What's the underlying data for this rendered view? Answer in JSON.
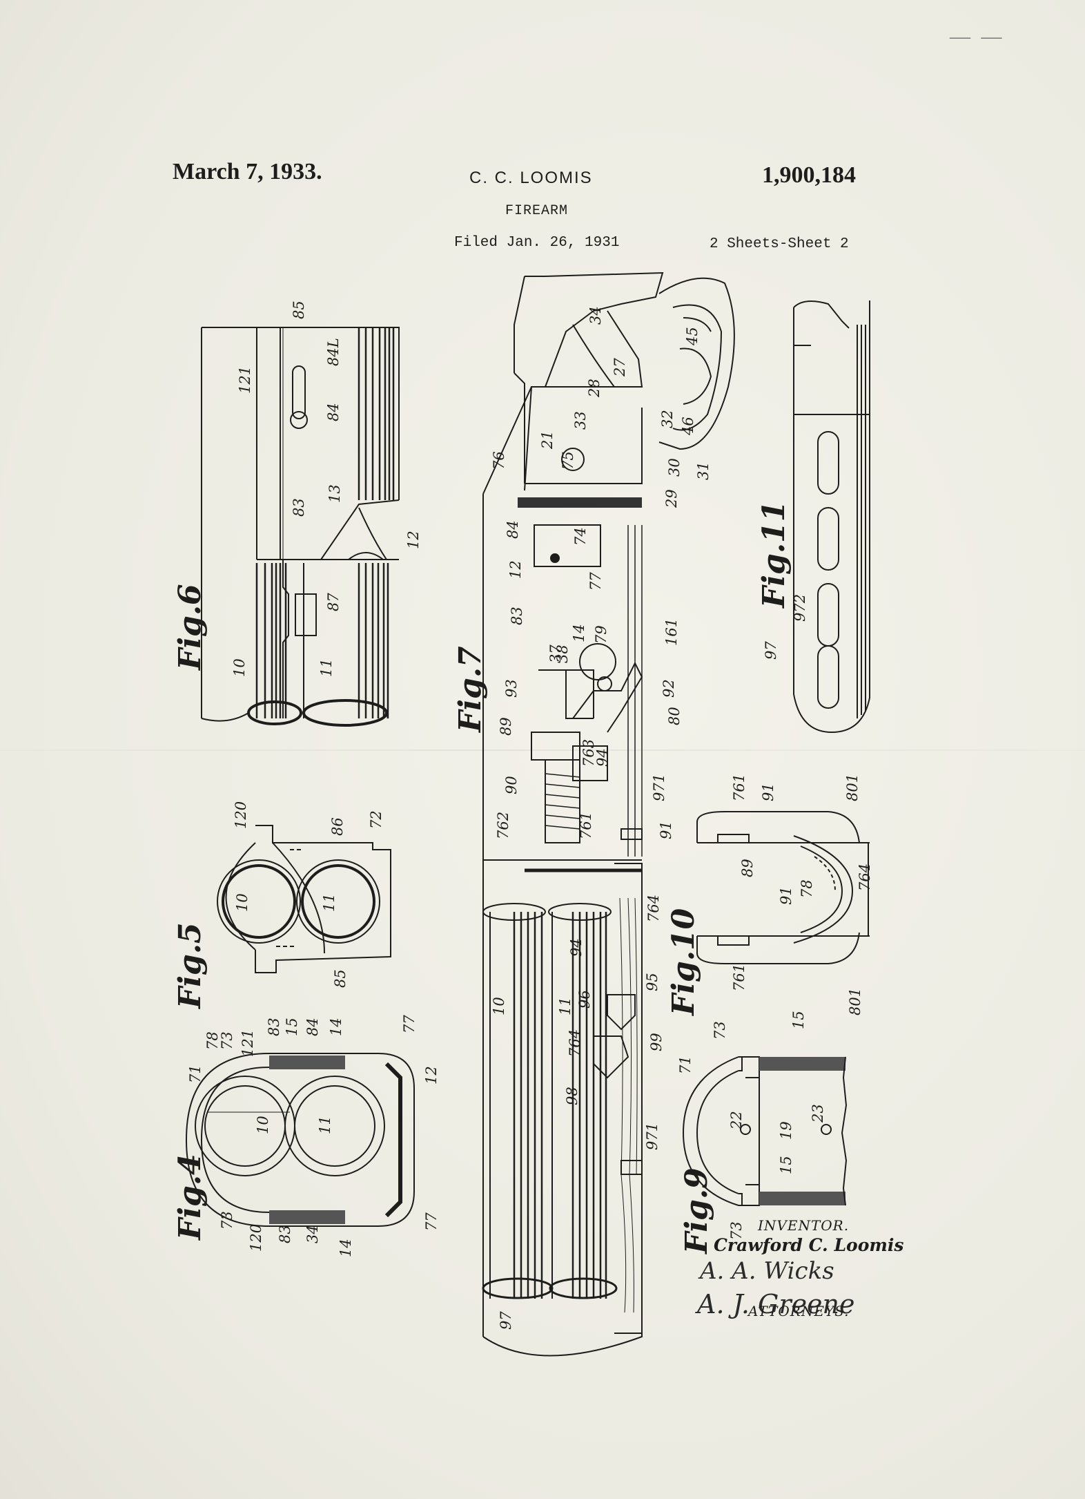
{
  "header": {
    "date": "March 7, 1933.",
    "inventor": "C. C. LOOMIS",
    "title": "FIREARM",
    "filed": "Filed Jan. 26, 1931",
    "patent_number": "1,900,184",
    "sheets": "2 Sheets-Sheet  2",
    "corner_mark": "— —"
  },
  "figures": {
    "fig4": "Fig.4",
    "fig5": "Fig.5",
    "fig6": "Fig.6",
    "fig7": "Fig.7",
    "fig9": "Fig.9",
    "fig10": "Fig.10",
    "fig11": "Fig.11"
  },
  "reference_numbers": {
    "fig6": [
      "85",
      "121",
      "84L",
      "84",
      "83",
      "13",
      "12",
      "87",
      "10",
      "11"
    ],
    "fig5": [
      "120",
      "86",
      "72",
      "10",
      "11",
      "85"
    ],
    "fig4": [
      "71",
      "78",
      "73",
      "121",
      "83",
      "15",
      "84",
      "14",
      "77",
      "12",
      "10",
      "11",
      "73",
      "120",
      "83",
      "34",
      "14",
      "77"
    ],
    "fig7": [
      "34",
      "27",
      "45",
      "28",
      "33",
      "32",
      "46",
      "30",
      "31",
      "29",
      "76",
      "21",
      "75",
      "84",
      "74",
      "12",
      "77",
      "83",
      "14",
      "79",
      "161",
      "37",
      "38",
      "93",
      "92",
      "89",
      "80",
      "763",
      "94",
      "90",
      "762",
      "761",
      "971",
      "91",
      "764",
      "10",
      "11",
      "94",
      "96",
      "95",
      "99",
      "764",
      "98",
      "971",
      "97"
    ],
    "fig11": [
      "97",
      "972"
    ],
    "fig10": [
      "761",
      "91",
      "801",
      "89",
      "91",
      "78",
      "764",
      "761",
      "801"
    ],
    "fig9": [
      "71",
      "73",
      "15",
      "22",
      "19",
      "23",
      "15",
      "73"
    ]
  },
  "signature": {
    "inventor_label": "INVENTOR.",
    "inventor_name": "Crawford C. Loomis",
    "attorney_sig_1": "A. A. Wicks",
    "attorney_sig_2": "A. J. Greene",
    "attorneys_label": "ATTORNEYS."
  }
}
